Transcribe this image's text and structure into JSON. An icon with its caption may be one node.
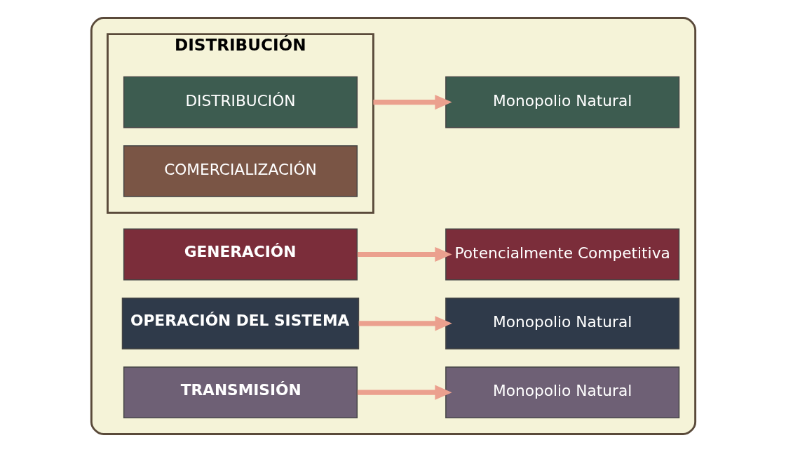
{
  "diagram": {
    "nodes": [
      {
        "text": [],
        "shape": "box"
      },
      {
        "text": [
          "GENERACIÓN"
        ],
        "in": 0
      },
      {
        "text": [
          "Potencialmente Competitiva"
        ],
        "in": 0
      },
      {
        "text": [
          "OPERACIÓN DEL SISTEMA"
        ],
        "in": 0
      },
      {
        "text": [
          "Monopolio Natural"
        ],
        "in": 0
      },
      {
        "text": [
          "TRANSMISIÓN"
        ],
        "in": 0
      },
      {
        "text": [
          "Monopolio Natural"
        ],
        "in": 0
      },
      {
        "text": [
          "DISTRIBUCIÓN"
        ],
        "in": 0
      },
      {
        "text": [
          "DISTRIBUCIÓN"
        ],
        "in": 7
      },
      {
        "text": [
          "COMERCIALIZACIÓN"
        ],
        "in": 7
      },
      {
        "text": [
          "Monopolio Natural"
        ],
        "in": 0
      }
    ],
    "edges": [
      {
        "from": 1,
        "to": 2,
        "arrow": "to"
      },
      {
        "from": 3,
        "to": 4,
        "arrow": "to"
      },
      {
        "from": 5,
        "to": 6,
        "arrow": "to"
      },
      {
        "from": 7,
        "to": 10,
        "arrow": "to"
      }
    ]
  }
}
